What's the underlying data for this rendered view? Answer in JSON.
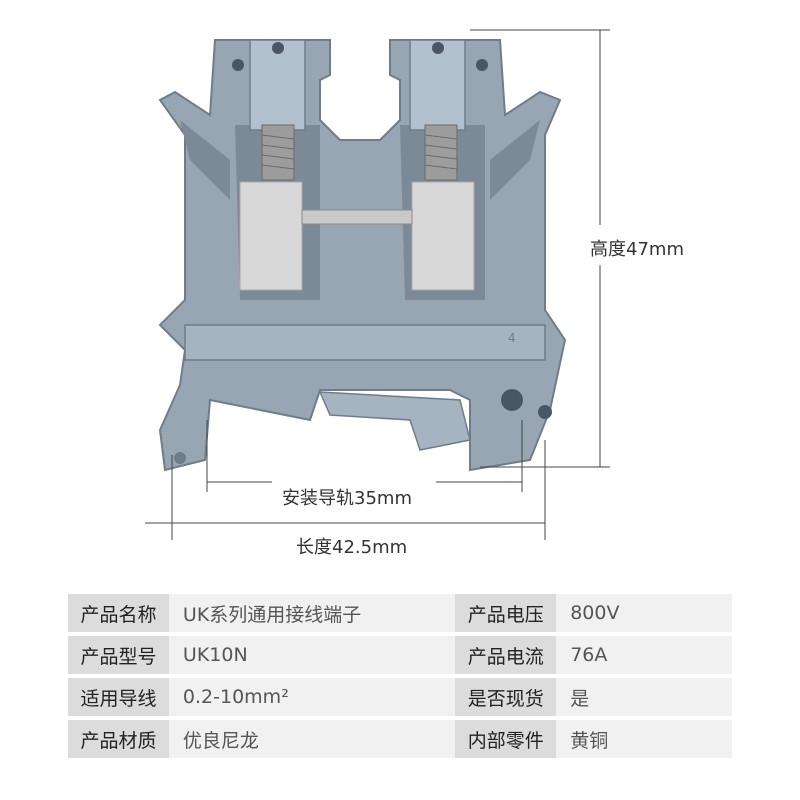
{
  "dimensions": {
    "height": "高度47mm",
    "rail": "安装导轨35mm",
    "length": "长度42.5mm"
  },
  "part_marking": "4",
  "specs": {
    "rows": [
      {
        "label1": "产品名称",
        "value1": "UK系列通用接线端子",
        "label2": "产品电压",
        "value2": "800V"
      },
      {
        "label1": "产品型号",
        "value1": "UK10N",
        "label2": "产品电流",
        "value2": "76A"
      },
      {
        "label1": "适用导线",
        "value1": "0.2-10mm²",
        "label2": "是否现货",
        "value2": "是"
      },
      {
        "label1": "产品材质",
        "value1": "优良尼龙",
        "label2": "内部零件",
        "value2": "黄铜"
      }
    ]
  },
  "colors": {
    "housing": "#98a6b4",
    "housing_dark": "#7c8a98",
    "clamp": "#d8d8d8",
    "screw": "#9c9c9c",
    "dimension_line": "#444444"
  }
}
